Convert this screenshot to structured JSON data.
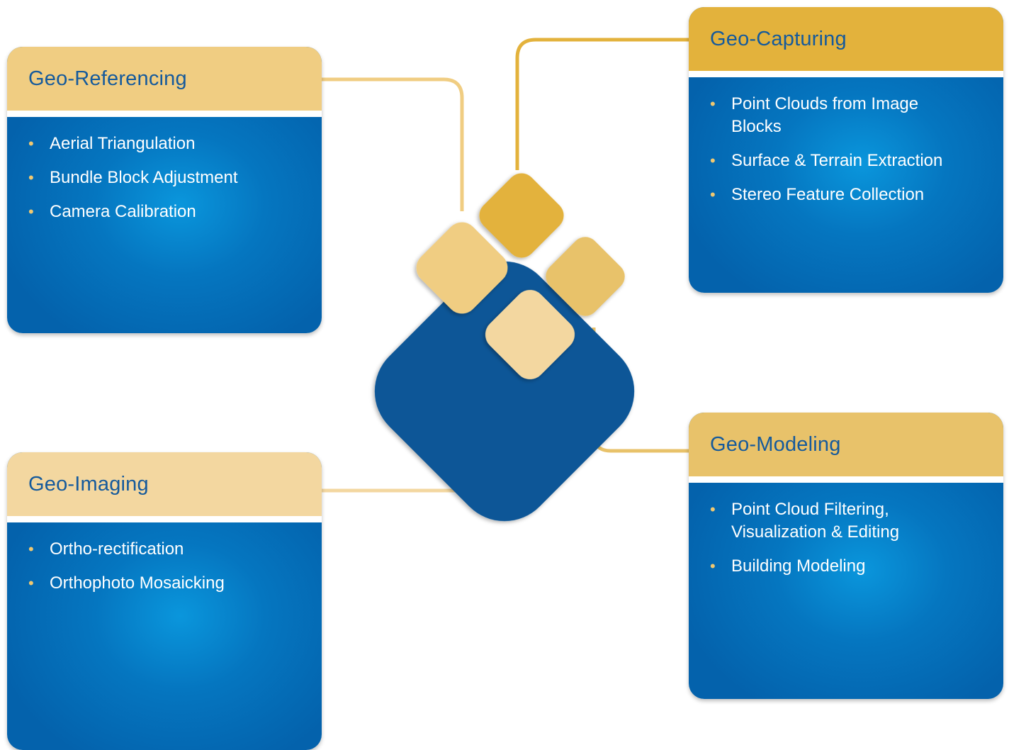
{
  "cards": {
    "georeferencing": {
      "title": "Geo-Referencing",
      "items": [
        "Aerial Triangulation",
        "Bundle Block Adjustment",
        "Camera Calibration"
      ]
    },
    "geocapturing": {
      "title": "Geo-Capturing",
      "items": [
        "Point Clouds from Image Blocks",
        "Surface & Terrain Extraction",
        "Stereo Feature Collection"
      ]
    },
    "geoimaging": {
      "title": "Geo-Imaging",
      "items": [
        "Ortho-rectification",
        "Orthophoto Mosaicking"
      ]
    },
    "geomodeling": {
      "title": "Geo-Modeling",
      "items": [
        "Point Cloud Filtering, Visualization & Editing",
        "Building Modeling"
      ]
    }
  },
  "colors": {
    "blue_dark": "#0a5697",
    "gold": "#e3b23c",
    "tan": "#f0cd82",
    "cream": "#f3d7a0",
    "sand": "#e8c26a"
  }
}
